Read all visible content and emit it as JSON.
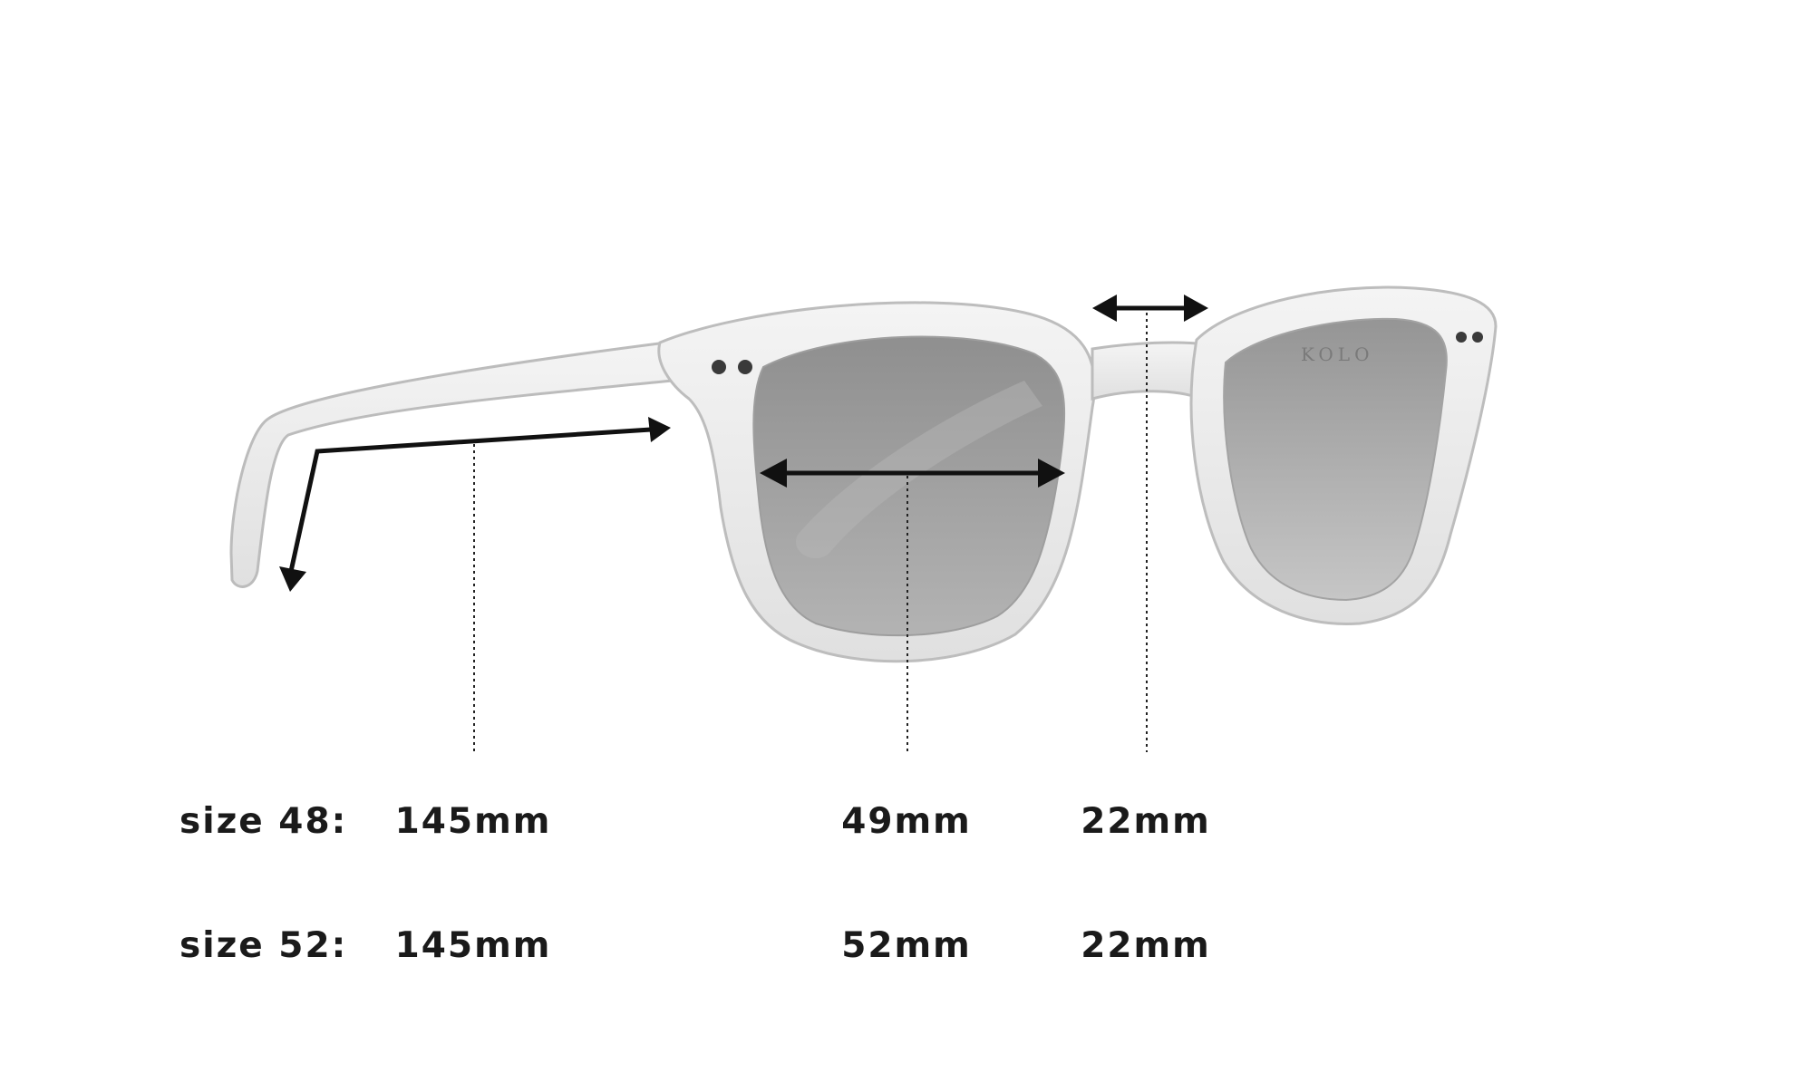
{
  "brand_mark": "KOLO",
  "rows": [
    {
      "label": "size 48:",
      "temple": "145mm",
      "lens": "49mm",
      "bridge": "22mm"
    },
    {
      "label": "size 52:",
      "temple": "145mm",
      "lens": "52mm",
      "bridge": "22mm"
    }
  ],
  "colors": {
    "frame": "#ebebeb",
    "frame_edge": "#bdbdbd",
    "lens": "#a3a3a3",
    "arrow": "#111111",
    "text": "#1a1a1a"
  }
}
